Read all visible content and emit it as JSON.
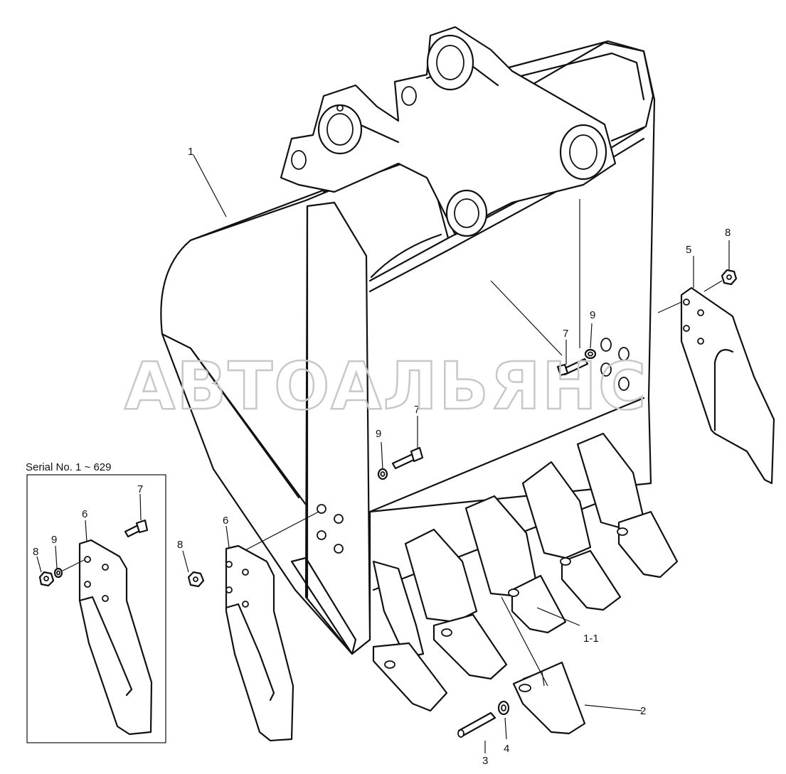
{
  "watermark": "АВТОАЛЬЯНС",
  "inset": {
    "title": "Serial No. 1 ~ 629"
  },
  "callouts": {
    "bucket": "1",
    "tooth_assembly": "1-1",
    "tooth": "2",
    "pin": "3",
    "lock_washer": "4",
    "side_cutter_right": "5",
    "side_cutter_left": "6",
    "side_cutter_inset": "6",
    "bolt_right": "7",
    "bolt_left": "7",
    "bolt_inset": "7",
    "nut_right": "8",
    "nut_left": "8",
    "nut_inset": "8",
    "washer_right": "9",
    "washer_left": "9",
    "washer_inset": "9"
  },
  "colors": {
    "line": "#111111",
    "background": "#ffffff",
    "watermark": "#c8c8c8"
  }
}
